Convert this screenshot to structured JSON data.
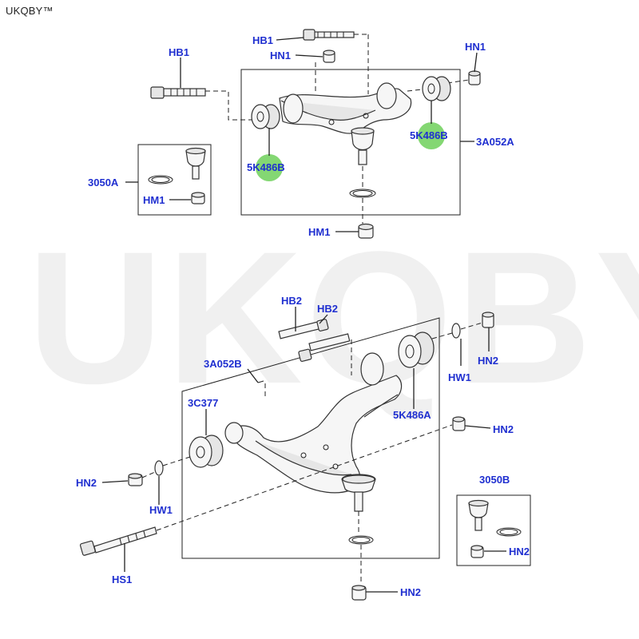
{
  "brand": "UKQBY™",
  "watermark": "UKQBY™",
  "colors": {
    "label": "#1f2fd0",
    "highlight": "#6fd05a",
    "line": "#222222"
  },
  "labels": {
    "hb1_top": "HB1",
    "hn1_top": "HN1",
    "hb1_left": "HB1",
    "hn1_right": "HN1",
    "bush_upper_left": "5K486B",
    "bush_upper_right": "5K486B",
    "arm_upper": "3A052A",
    "balljoint_upper_kit": "3050A",
    "hm1_inner": "HM1",
    "hm1_lower": "HM1",
    "hb2_a": "HB2",
    "hb2_b": "HB2",
    "arm_lower": "3A052B",
    "bush_lower_rear": "3C377",
    "hw1_right": "HW1",
    "hn2_right_top": "HN2",
    "bush_lower_front": "5K486A",
    "hn2_mid": "HN2",
    "hn2_left": "HN2",
    "hw1_left": "HW1",
    "balljoint_lower_kit": "3050B",
    "hn2_kit": "HN2",
    "hs1": "HS1",
    "hn2_bottom": "HN2"
  }
}
